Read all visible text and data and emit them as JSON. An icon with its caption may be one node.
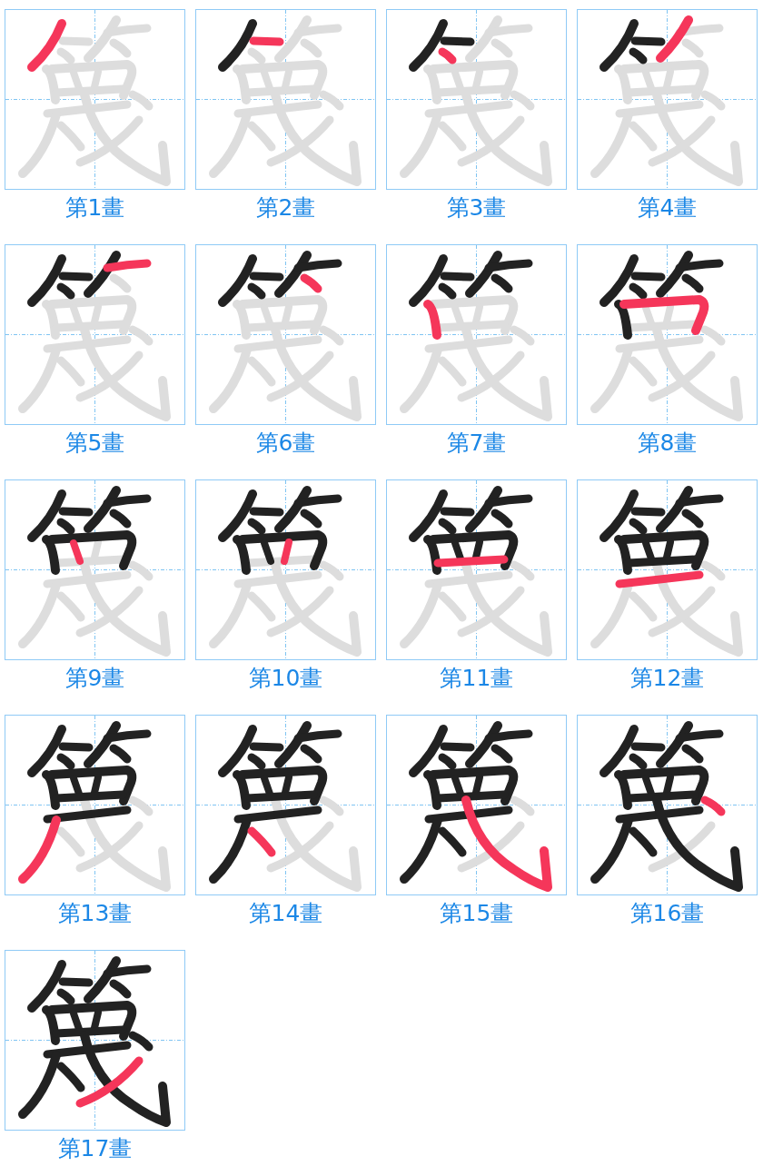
{
  "diagram": {
    "labels": [
      "第1畫",
      "第2畫",
      "第3畫",
      "第4畫",
      "第5畫",
      "第6畫",
      "第7畫",
      "第8畫",
      "第9畫",
      "第10畫",
      "第11畫",
      "第12畫",
      "第13畫",
      "第14畫",
      "第15畫",
      "第16畫",
      "第17畫"
    ]
  }
}
